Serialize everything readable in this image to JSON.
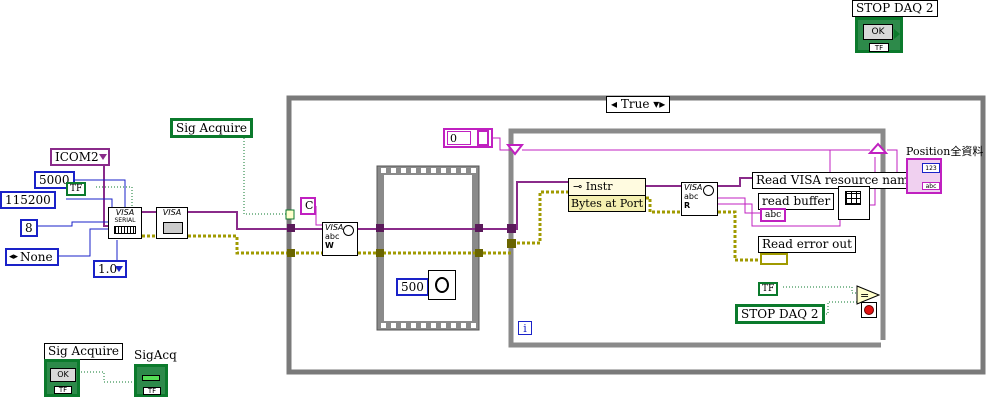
{
  "front_panel": {
    "stop_daq_top": {
      "label": "STOP DAQ 2",
      "button_text": "OK",
      "type_tag": "TF"
    },
    "sig_acquire_button": {
      "label": "Sig Acquire",
      "button_text": "OK",
      "type_tag": "TF"
    },
    "sigacq_led": {
      "label": "SigAcq",
      "type_tag": "TF"
    }
  },
  "controls": {
    "sig_acquire_local": "Sig Acquire",
    "com_port_prefix": "I",
    "com_port": "COM2",
    "timeout": "5000",
    "bool_const_tag": "TF",
    "baud_rate": "115200",
    "data_bits": "8",
    "parity": "None",
    "stop_bits": "1.0",
    "string_const": "C",
    "array_index": "0",
    "wait_ms": "500",
    "stop_daq_local": "STOP DAQ 2",
    "loop_iter": "i",
    "stop_bool_tag": "TF"
  },
  "nodes": {
    "visa_serial": {
      "line1": "VISA",
      "line2": "SERIAL"
    },
    "visa_write": {
      "line1": "VISA",
      "line2": "abc",
      "line3": "W"
    },
    "visa_read": {
      "line1": "VISA",
      "line2": "abc",
      "line3": "R"
    },
    "visa_close": {
      "line1": "VISA"
    },
    "property_node": {
      "class": "Instr",
      "property": "Bytes at Port"
    }
  },
  "case_structure": {
    "selector": "True"
  },
  "indicators": {
    "read_visa_resource_name": "Read VISA resource name",
    "read_buffer": "read buffer",
    "read_buffer_tag": "abc",
    "read_error_out": "Read error out",
    "position": "Position全資料",
    "position_tag1": "123",
    "position_tag2": "abc"
  },
  "colors": {
    "boolean": "#0b7a2c",
    "numeric": "#1a22c8",
    "string": "#c020c0",
    "visa": "#8a2b8a",
    "error": "#a09a00",
    "structure": "#7a7a7a"
  }
}
